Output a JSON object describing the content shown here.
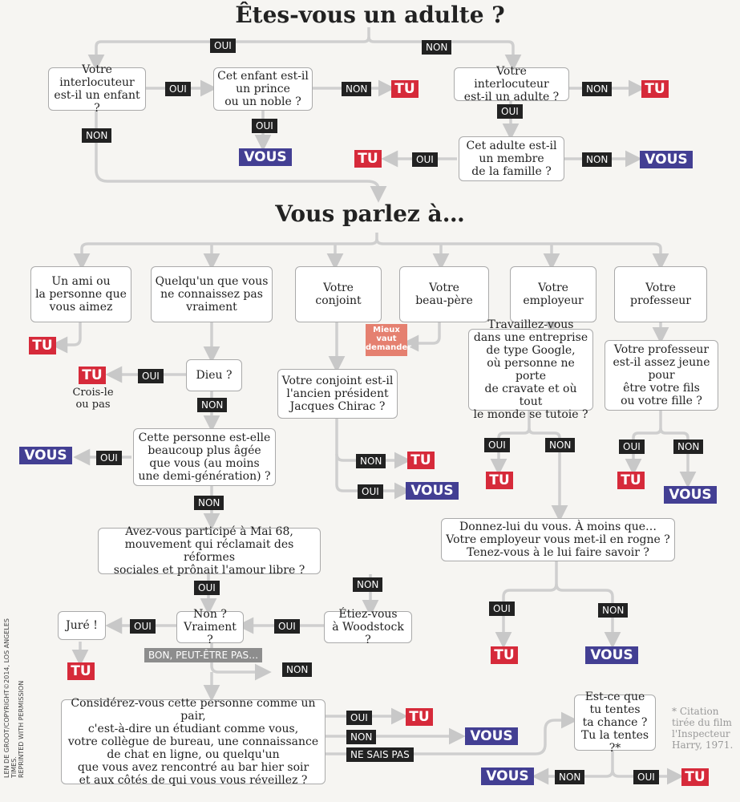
{
  "title": "Êtes-vous un adulte ?",
  "section_title": "Vous parlez à…",
  "tags": {
    "oui": "OUI",
    "non": "NON",
    "ne_sais_pas": "NE SAIS PAS",
    "bon": "BON, PEUT-ÊTRE PAS…"
  },
  "outcomes": {
    "tu": "TU",
    "vous": "VOUS"
  },
  "questions": {
    "interlocuteur_enfant": "Votre\ninterlocuteur\nest-il un enfant ?",
    "prince": "Cet enfant est-il\nun prince\nou un noble ?",
    "interlocuteur_adulte": "Votre interlocuteur\nest-il un adulte ?",
    "famille": "Cet adulte est-il\nun membre\nde la famille ?",
    "ami": "Un ami ou\nla personne que\nvous aimez",
    "inconnu": "Quelqu'un que vous\nne connaissez pas\nvraiment",
    "conjoint": "Votre\nconjoint",
    "beau_pere": "Votre\nbeau-père",
    "employeur": "Votre\nemployeur",
    "professeur": "Votre\nprofesseur",
    "dieu": "Dieu ?",
    "chirac": "Votre conjoint est-il\nl'ancien président\nJacques Chirac ?",
    "google": "Travaillez-vous\ndans une entreprise\nde type Google,\noù personne ne porte\nde cravate et où tout\nle monde se tutoie ?",
    "prof_jeune": "Votre professeur\nest-il assez jeune\npour\nêtre votre fils\nou votre fille ?",
    "agee": "Cette personne est-elle\nbeaucoup plus âgée\nque vous (au moins\nune demi-génération) ?",
    "mai68": "Avez-vous participé à Mai 68,\nmouvement qui réclamait des réformes\nsociales et prônait l'amour libre ?",
    "vraiment": "Non ?\nVraiment ?",
    "woodstock": "Étiez-vous\nà Woodstock ?",
    "donnez": "Donnez-lui du vous. À moins que…\nVotre employeur vous met-il en rogne ?\nTenez-vous à le lui faire savoir ?",
    "pair": "Considérez-vous cette personne comme un pair,\nc'est-à-dire un étudiant comme vous,\nvotre collègue de bureau, une connaissance\nde chat en ligne, ou quelqu'un\nque vous avez rencontré au bar hier soir\net aux côtés de qui vous vous réveillez ?",
    "chance": "Est-ce que\ntu tentes\nta chance ?\nTu la tentes ?*"
  },
  "labels": {
    "crois": "Crois-le\nou pas",
    "jure": "Juré !",
    "mieux": "Mieux\nvaut\ndemander"
  },
  "footnote": "* Citation\ntirée du film\nl'Inspecteur\nHarry, 1971.",
  "credit": "LEN DE GROOT/COPYRIGHT©2014, LOS ANGELES TIMES.\nREPRINTED WITH PERMISSION"
}
